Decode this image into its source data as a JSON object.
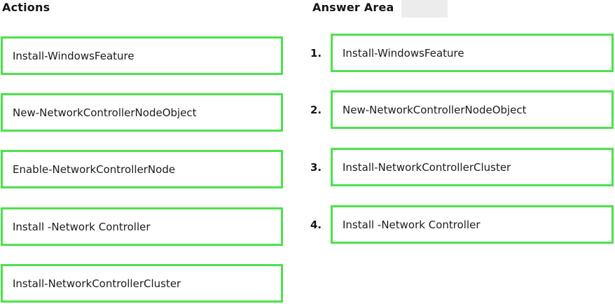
{
  "colors": {
    "box_border": "#4ce24c",
    "text": "#1c1c1c",
    "background": "#ffffff"
  },
  "actions_panel": {
    "title": "Actions",
    "items": [
      "Install-WindowsFeature",
      "New-NetworkControllerNodeObject",
      "Enable-NetworkControllerNode",
      "Install -Network Controller",
      "Install-NetworkControllerCluster"
    ]
  },
  "answer_panel": {
    "title": "Answer Area",
    "items": [
      {
        "number": "1.",
        "label": "Install-WindowsFeature"
      },
      {
        "number": "2.",
        "label": "New-NetworkControllerNodeObject"
      },
      {
        "number": "3.",
        "label": "Install-NetworkControllerCluster"
      },
      {
        "number": "4.",
        "label": "Install -Network Controller"
      }
    ]
  }
}
